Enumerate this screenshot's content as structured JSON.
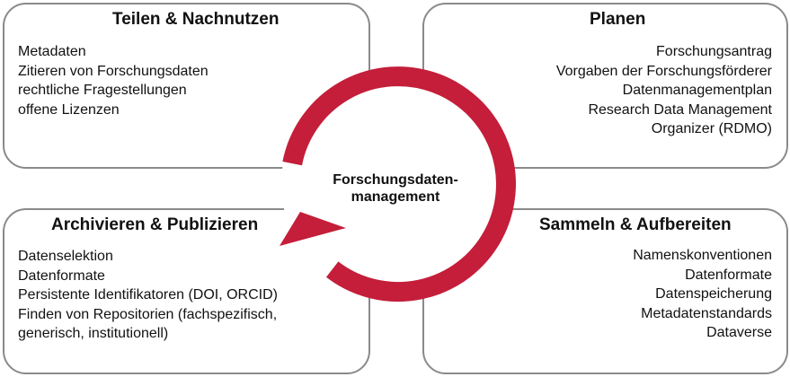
{
  "center": {
    "line1": "Forschungsdaten-",
    "line2": "management"
  },
  "colors": {
    "arrow": "#c41e3a",
    "border": "#8a8a8a"
  },
  "boxes": {
    "teilen": {
      "title": "Teilen & Nachnutzen",
      "items": [
        "Metadaten",
        "Zitieren von Forschungsdaten",
        "rechtliche Fragestellungen",
        "offene Lizenzen"
      ]
    },
    "planen": {
      "title": "Planen",
      "items": [
        "Forschungsantrag",
        "Vorgaben der Forschungsförderer",
        "Datenmanagementplan",
        "Research Data Management",
        "Organizer (RDMO)"
      ]
    },
    "archivieren": {
      "title": "Archivieren & Publizieren",
      "items": [
        "Datenselektion",
        "Datenformate",
        "Persistente Identifikatoren (DOI, ORCID)",
        "Finden von Repositorien (fachspezifisch,",
        "generisch, institutionell)"
      ]
    },
    "sammeln": {
      "title": "Sammeln & Aufbereiten",
      "items": [
        "Namenskonventionen",
        "Datenformate",
        "Datenspeicherung",
        "Metadatenstandards",
        "Dataverse"
      ]
    }
  }
}
